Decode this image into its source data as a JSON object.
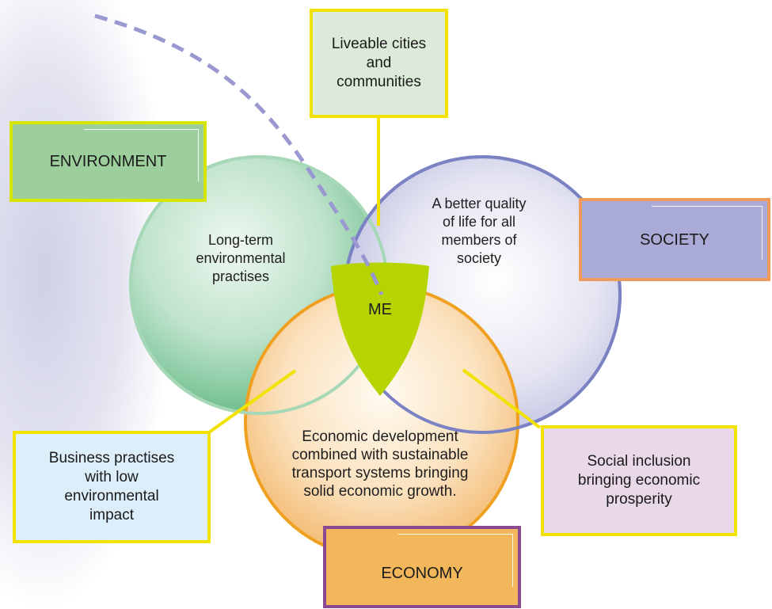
{
  "top_box": {
    "text": "Liveable cities\nand\ncommunities"
  },
  "environment_box": {
    "text": "ENVIRONMENT"
  },
  "society_box": {
    "text": "SOCIETY"
  },
  "economy_box": {
    "text": "ECONOMY"
  },
  "env_circle": {
    "text": "Long-term\nenvironmental\npractises"
  },
  "soc_circle": {
    "text": "A better quality\nof life for all\nmembers of\nsociety"
  },
  "eco_circle": {
    "text": "Economic development\ncombined with sustainable\ntransport systems bringing\nsolid economic growth."
  },
  "center": {
    "text": "ME"
  },
  "left_box": {
    "text": "Business practises\nwith low\nenvironmental\nimpact"
  },
  "right_box": {
    "text": "Social inclusion\nbringing economic\nprosperity"
  },
  "colors": {
    "environment": "#8fcfa8",
    "society": "#7b82c4",
    "economy": "#f0a020",
    "connector": "#f2e200",
    "me_shape": "#b6d400",
    "dashed_arc": "#9a98d0"
  }
}
